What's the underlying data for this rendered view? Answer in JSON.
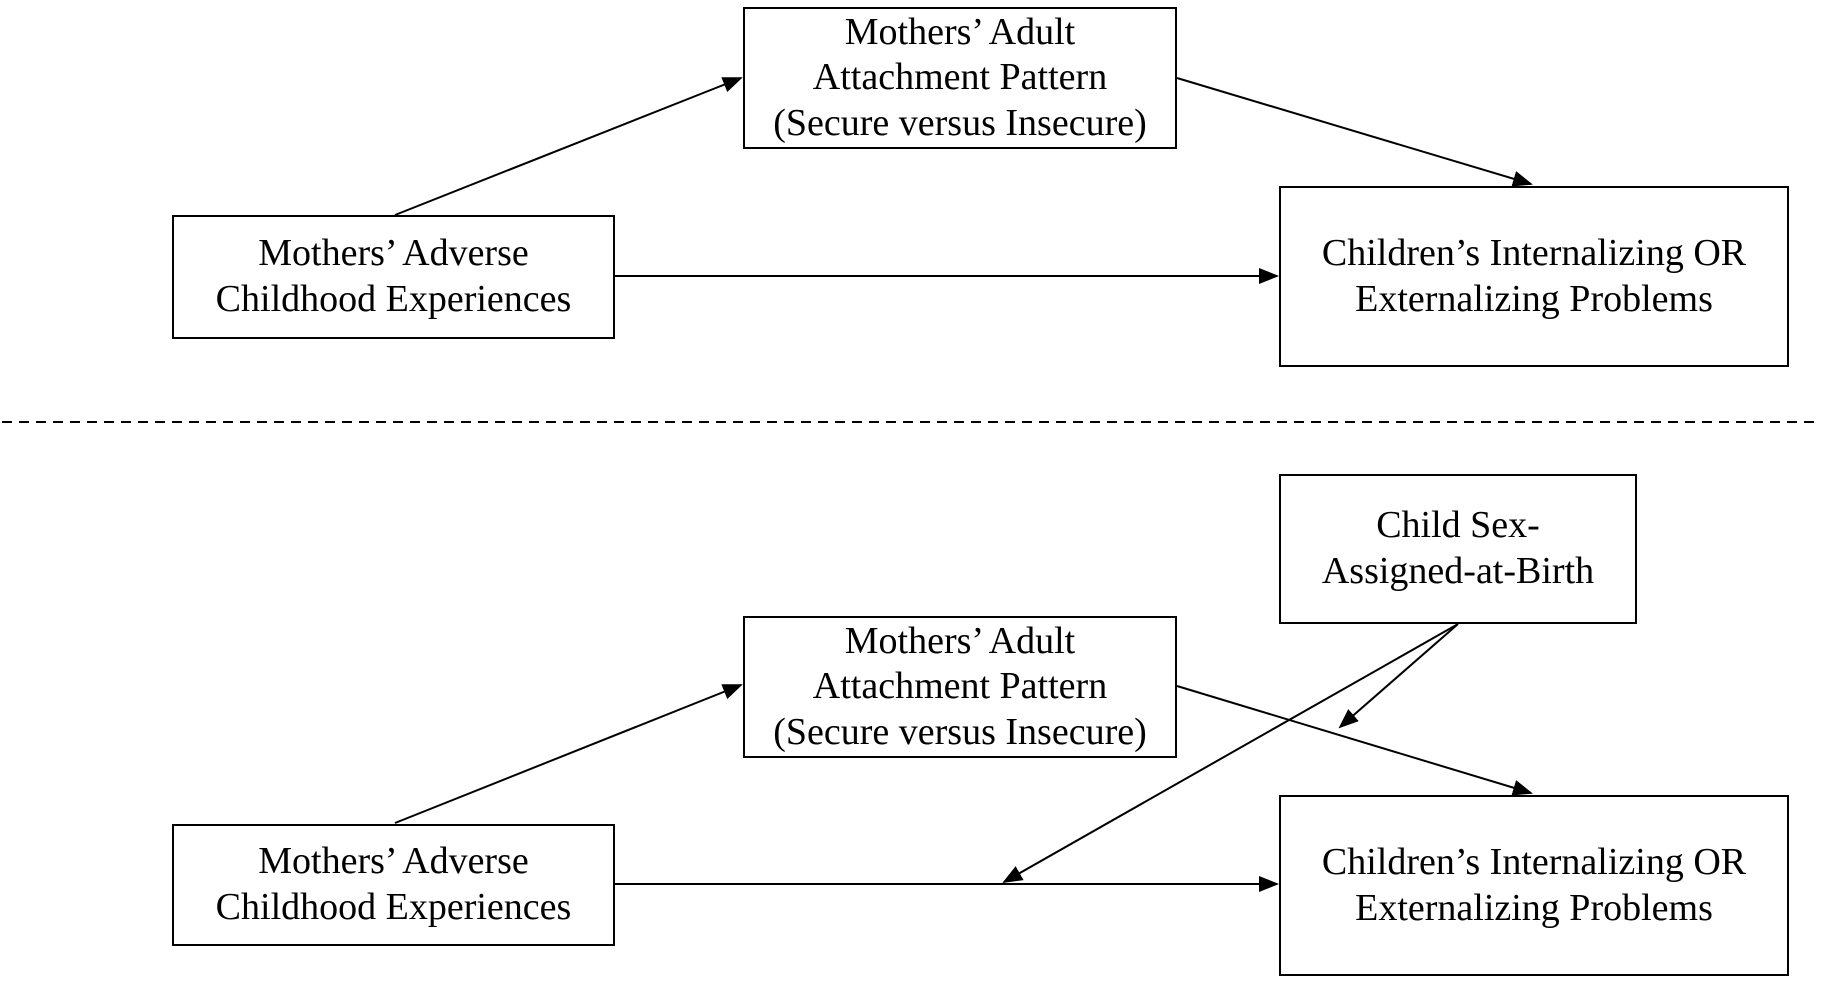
{
  "top_panel": {
    "attachment": {
      "line1": "Mothers’ Adult",
      "line2": "Attachment Pattern",
      "line3": "(Secure versus Insecure)"
    },
    "ace": {
      "line1": "Mothers’ Adverse",
      "line2": "Childhood Experiences"
    },
    "children": {
      "line1": "Children’s Internalizing OR",
      "line2": "Externalizing Problems"
    }
  },
  "bottom_panel": {
    "sex": {
      "line1": "Child Sex-",
      "line2": "Assigned-at-Birth"
    },
    "attachment": {
      "line1": "Mothers’ Adult",
      "line2": "Attachment Pattern",
      "line3": "(Secure versus Insecure)"
    },
    "ace": {
      "line1": "Mothers’ Adverse",
      "line2": "Childhood Experiences"
    },
    "children": {
      "line1": "Children’s Internalizing OR",
      "line2": "Externalizing Problems"
    }
  },
  "colors": {
    "line": "#000000",
    "background": "#ffffff"
  }
}
